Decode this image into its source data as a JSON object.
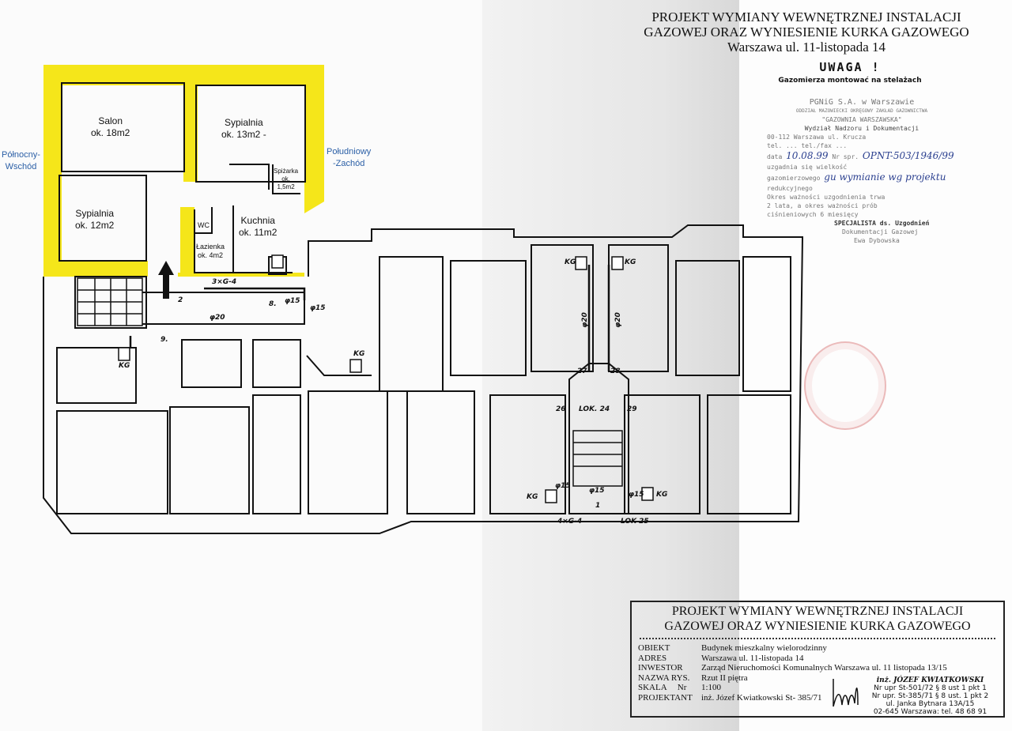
{
  "header": {
    "title_line1": "PROJEKT WYMIANY WEWNĘTRZNEJ INSTALACJI",
    "title_line2": "GAZOWEJ ORAZ WYNIESIENIE KURKA GAZOWEGO",
    "address": "Warszawa ul. 11-listopada 14",
    "warning": "UWAGA !",
    "warning_note": "Gazomierza montować na stelażach"
  },
  "stamp": {
    "lines": [
      "PGNiG S.A. w Warszawie",
      "ODDZIAŁ MAZOWIECKI OKRĘGOWY ZAKŁAD GAZOWNICTWA",
      "\"GAZOWNIA WARSZAWSKA\"",
      "Wydział Nadzoru i Dokumentacji",
      "00-112 Warszawa ul. Krucza",
      "tel. ... tel./fax ..."
    ],
    "date_label": "data",
    "date_value": "10.08.99",
    "number_label": "Nr spr.",
    "number_value": "OPNT-503/1946/99",
    "agreement_label": "uzgadnia się wielkość",
    "gasmeter_label": "gazomierzowego",
    "handwritten_note": "gu wymianie wg projektu",
    "reducer_label": "redukcyjnego",
    "validity_1": "Okres ważności uzgodnienia trwa",
    "validity_2": "2 lata, a okres ważności prób",
    "validity_3": "ciśnieniowych 6 miesięcy",
    "specialist_1": "SPECJALISTA ds. Uzgodnień",
    "specialist_2": "Dokumentacji Gazowej",
    "specialist_3": "Ewa Dybowska"
  },
  "directions": {
    "left": "Północny-\nWschód",
    "left_1": "Północny-",
    "left_2": "Wschód",
    "right_1": "Południowy",
    "right_2": "-Zachód"
  },
  "rooms": [
    {
      "name": "Salon",
      "area": "ok. 18m2"
    },
    {
      "name": "Sypialnia",
      "area": "ok. 13m2 -"
    },
    {
      "name": "Sypialnia",
      "area": "ok. 12m2"
    },
    {
      "name": "Kuchnia",
      "area": "ok. 11m2"
    },
    {
      "name": "Łazienka",
      "area": "ok. 4m2"
    },
    {
      "name": "WC",
      "area": ""
    },
    {
      "name": "Spiżarka",
      "area": "ok.",
      "area2": "1,5m2"
    }
  ],
  "plan_marks": {
    "pipe_a": "3×G-4",
    "phi15a": "φ15",
    "phi15b": "φ15",
    "phi20a": "φ20",
    "phi20b": "φ20",
    "phi20c": "φ20",
    "n8": "8.",
    "n9": "9.",
    "n2": "2",
    "n1": "1",
    "kg": "KG",
    "n26": "26",
    "n27": "27",
    "n28": "28",
    "n29": "29",
    "lok24": "LOK. 24",
    "lok25": "LOK 25",
    "pipe_b": "4×G-4",
    "phi15c": "φ15",
    "phi15d": "φ15",
    "phi15e": "φ15"
  },
  "title_block": {
    "title_line1": "PROJEKT WYMIANY WEWNĘTRZNEJ INSTALACJI",
    "title_line2": "GAZOWEJ ORAZ WYNIESIENIE KURKA GAZOWEGO",
    "rows": [
      {
        "key": "OBIEKT",
        "value": "Budynek mieszkalny wielorodzinny"
      },
      {
        "key": "ADRES",
        "value": "Warszawa ul. 11-listopada 14"
      },
      {
        "key": "INWESTOR",
        "value": "Zarząd Nieruchomości Komunalnych Warszawa ul. 11 listopada 13/15"
      },
      {
        "key": "NAZWA RYS.",
        "value": "Rzut II piętra"
      },
      {
        "key": "SKALA     Nr",
        "value": "1:100"
      },
      {
        "key": "PROJEKTANT",
        "value": "inż. Józef Kwiatkowski  St- 385/71"
      }
    ],
    "engineer": {
      "name": "inż. JÓZEF KWIATKOWSKI",
      "line1": "Nr upr St-501/72 § 8 ust 1 pkt 1",
      "line2": "Nr upr. St-385/71 § 8 ust. 1 pkt 2",
      "line3": "ul. Janka Bytnara 13A/15",
      "line4": "02-645 Warszawa:  tel. 48 68 91"
    }
  },
  "colors": {
    "highlight_walls": "#f5e61a",
    "direction_text": "#2b5fa6",
    "ink": "#111111",
    "stamp_red": "#c83c3c"
  }
}
